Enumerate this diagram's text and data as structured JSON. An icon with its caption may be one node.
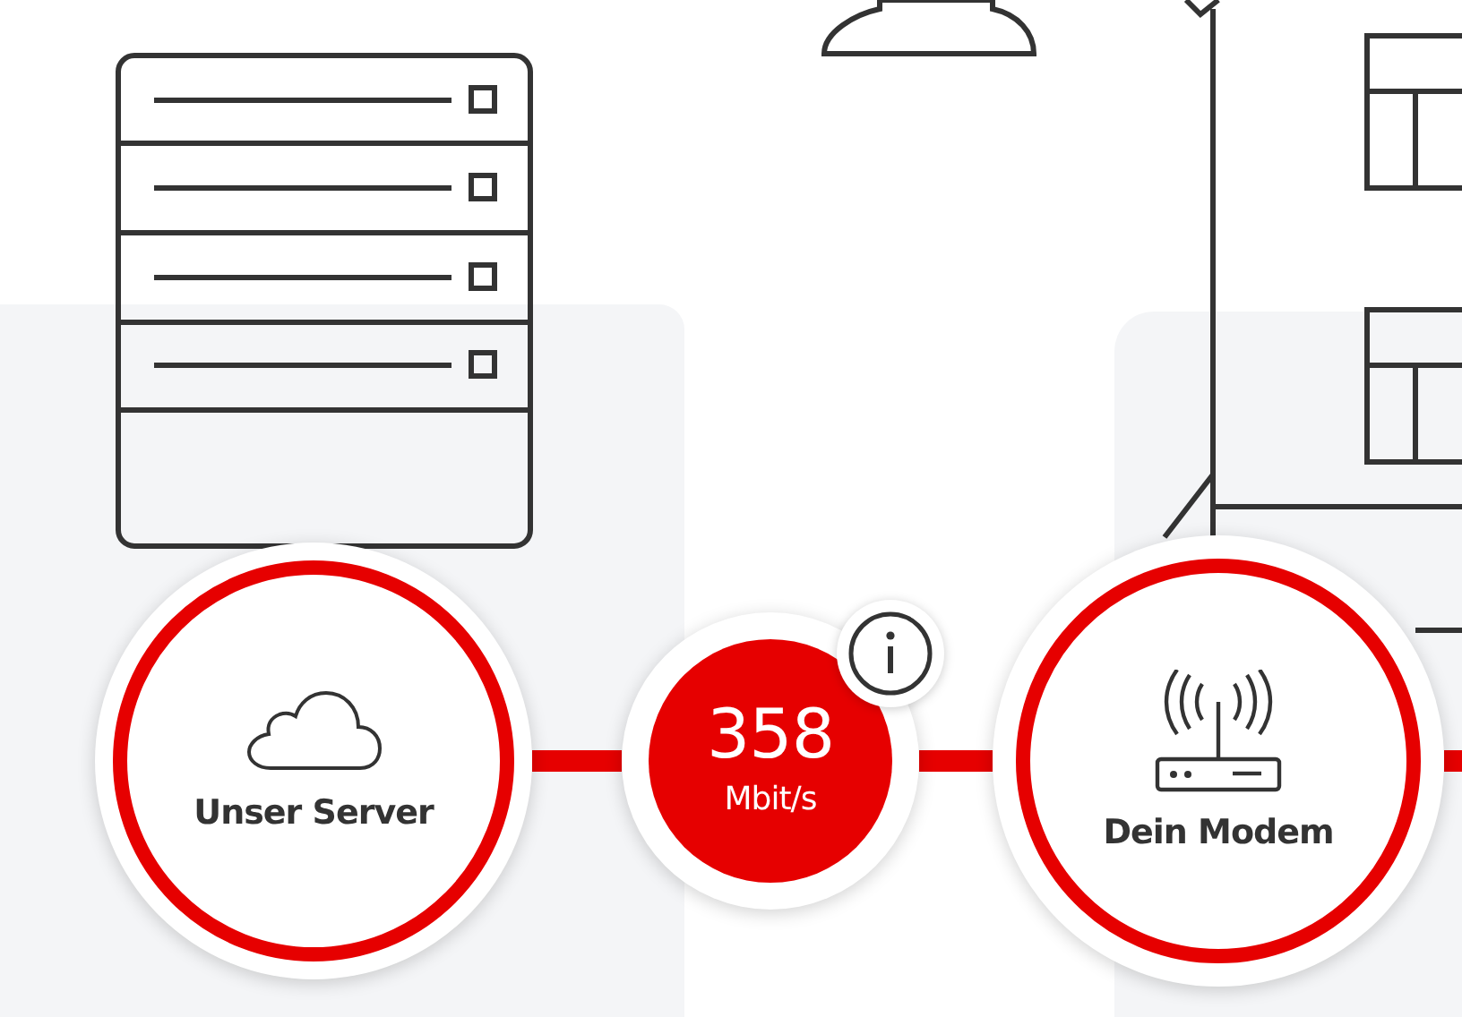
{
  "diagram": {
    "nodes": [
      {
        "text": [
          "Unser Server"
        ]
      },
      {
        "text": [
          "358",
          "Mbit/s"
        ]
      },
      {
        "text": [
          "Dein Modem"
        ]
      }
    ],
    "edges": [
      {
        "from": 0,
        "to": 1,
        "arrow": "none"
      },
      {
        "from": 1,
        "to": 2,
        "arrow": "none"
      },
      {
        "from": 2,
        "to": null,
        "arrow": "none"
      }
    ]
  }
}
